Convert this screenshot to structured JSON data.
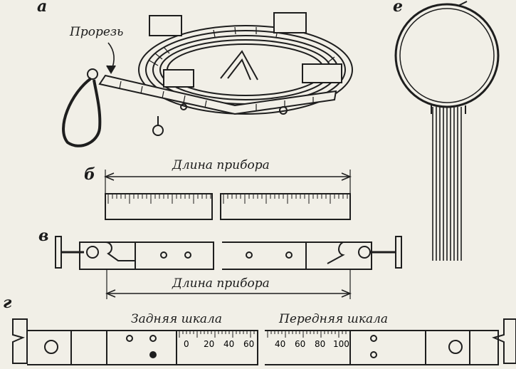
{
  "panels": {
    "a": {
      "letter": "а",
      "slot_label": "Прорезь"
    },
    "b": {
      "letter": "б",
      "length_label": "Длина прибора"
    },
    "v": {
      "letter": "в",
      "length_label": "Длина прибора"
    },
    "g": {
      "letter": "г",
      "rear_scale_label": "Задняя шкала",
      "front_scale_label": "Передняя шкала",
      "rear_scale_ticks": [
        "0",
        "20",
        "40",
        "60"
      ],
      "front_scale_ticks": [
        "40",
        "60",
        "80",
        "100"
      ]
    },
    "e": {
      "letter": "е"
    }
  }
}
